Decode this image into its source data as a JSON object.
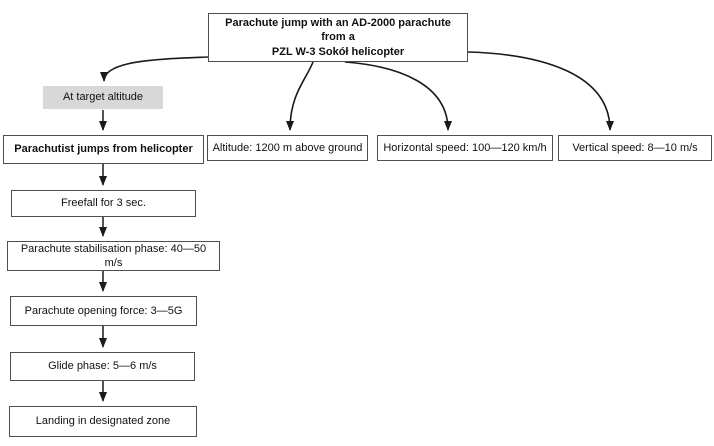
{
  "diagram": {
    "colors": {
      "background": "#ffffff",
      "box_border": "#4f4f4f",
      "box_fill": "#ffffff",
      "highlight_fill": "#d8d8d8",
      "arrow": "#1a1a1a",
      "text": "#111111"
    },
    "title": {
      "line1": "Parachute jump with an AD-2000 parachute from a",
      "line2": "PZL W-3 Sokół helicopter"
    },
    "nodes": {
      "at_target_altitude": {
        "label": "At target altitude"
      },
      "parachutist_jumps": {
        "label": "Parachutist jumps from helicopter"
      },
      "altitude": {
        "label": "Altitude: 1200 m above ground"
      },
      "horizontal_speed": {
        "label": "Horizontal speed: 100—120 km/h"
      },
      "vertical_speed": {
        "label": "Vertical speed: 8—10 m/s"
      },
      "freefall": {
        "label": "Freefall for 3 sec."
      },
      "stabilisation": {
        "label": "Parachute stabilisation phase: 40—50 m/s"
      },
      "opening_force": {
        "label": "Parachute opening force: 3—5G"
      },
      "glide_phase": {
        "label": "Glide phase: 5—6 m/s"
      },
      "landing": {
        "label": "Landing in designated zone"
      }
    }
  }
}
